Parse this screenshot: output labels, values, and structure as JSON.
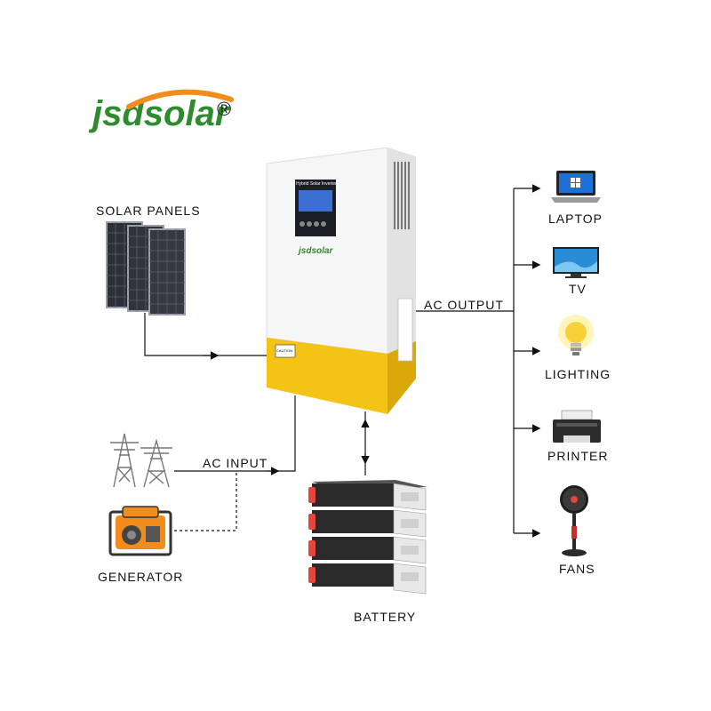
{
  "brand": {
    "name": "jsdsolar",
    "registered_mark": "®",
    "green": "#2e8b2e",
    "orange": "#f28c1c"
  },
  "inverter": {
    "screen_title": "Hybrid Solar Inverter",
    "badge_brand": "jsdsolar",
    "caution_label": "CAUTION",
    "body_color": "#f4f4f4",
    "accent_color": "#f3c316"
  },
  "sources": {
    "solar_panels": "SOLAR PANELS",
    "ac_input": "AC INPUT",
    "generator": "GENERATOR",
    "battery": "BATTERY"
  },
  "output": {
    "label": "AC OUTPUT",
    "loads": [
      {
        "label": "LAPTOP",
        "icon": "laptop-icon"
      },
      {
        "label": "TV",
        "icon": "tv-icon"
      },
      {
        "label": "LIGHTING",
        "icon": "light-bulb-icon"
      },
      {
        "label": "PRINTER",
        "icon": "printer-icon"
      },
      {
        "label": "FANS",
        "icon": "fan-icon"
      }
    ]
  },
  "line_color": "#111111"
}
